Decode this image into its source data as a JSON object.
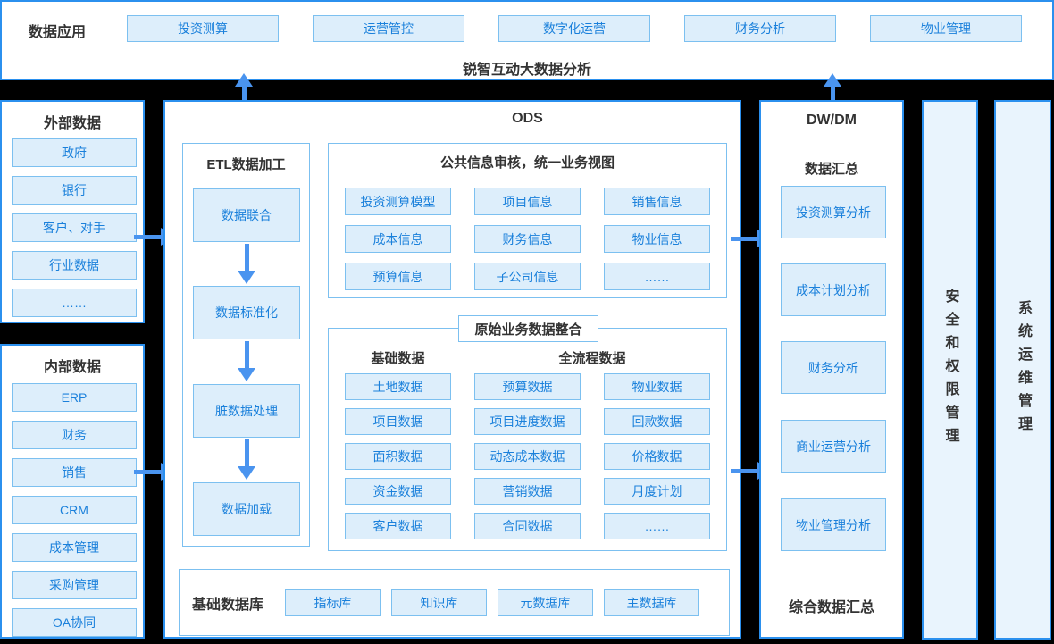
{
  "colors": {
    "accent": "#2b90ee",
    "node_fill": "#ddeefb",
    "node_border": "#7cc0f0",
    "node_text": "#1a80db",
    "arrow": "#4a94ef",
    "sidebar_fill": "#e9f4fd",
    "heading_text": "#333333",
    "background": "#000000"
  },
  "top_bar": {
    "label": "数据应用",
    "buttons": [
      "投资测算",
      "运营管控",
      "数字化运营",
      "财务分析",
      "物业管理"
    ],
    "subtitle": "锐智互动大数据分析"
  },
  "external": {
    "title": "外部数据",
    "items": [
      "政府",
      "银行",
      "客户、对手",
      "行业数据",
      "……"
    ]
  },
  "internal": {
    "title": "内部数据",
    "items": [
      "ERP",
      "财务",
      "销售",
      "CRM",
      "成本管理",
      "采购管理",
      "OA协同"
    ]
  },
  "ods": {
    "title": "ODS",
    "etl": {
      "title": "ETL数据加工",
      "steps": [
        "数据联合",
        "数据标准化",
        "脏数据处理",
        "数据加载"
      ]
    },
    "common": {
      "title": "公共信息审核，统一业务视图",
      "items": [
        "投资测算模型",
        "项目信息",
        "销售信息",
        "成本信息",
        "财务信息",
        "物业信息",
        "预算信息",
        "子公司信息",
        "……"
      ]
    },
    "raw": {
      "title": "原始业务数据整合",
      "base_title": "基础数据",
      "flow_title": "全流程数据",
      "base_items": [
        "土地数据",
        "项目数据",
        "面积数据",
        "资金数据",
        "客户数据"
      ],
      "flow_col1": [
        "预算数据",
        "项目进度数据",
        "动态成本数据",
        "营销数据",
        "合同数据"
      ],
      "flow_col2": [
        "物业数据",
        "回款数据",
        "价格数据",
        "月度计划",
        "……"
      ]
    },
    "basedb": {
      "title": "基础数据库",
      "items": [
        "指标库",
        "知识库",
        "元数据库",
        "主数据库"
      ]
    }
  },
  "dwdm": {
    "title": "DW/DM",
    "subtitle": "数据汇总",
    "items": [
      "投资测算分析",
      "成本计划分析",
      "财务分析",
      "商业运营分析",
      "物业管理分析"
    ],
    "footer": "综合数据汇总"
  },
  "sidebars": [
    "安全和权限管理",
    "系统运维管理"
  ]
}
